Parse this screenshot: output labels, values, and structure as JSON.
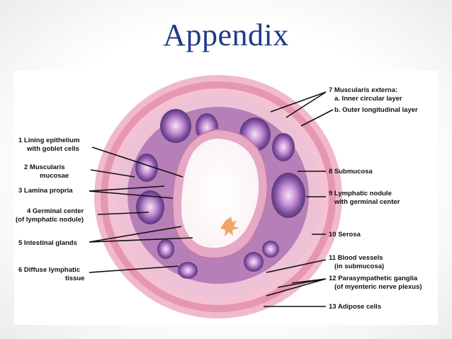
{
  "slide": {
    "title": "Appendix"
  },
  "labels": {
    "l1a": "1 Lining epithelium",
    "l1b": "with goblet cells",
    "l2a": "2 Muscularis",
    "l2b": "mucosae",
    "l3": "3 Lamina propria",
    "l4a": "4 Germinal center",
    "l4b": "(of lymphatic nodule)",
    "l5": "5 Intestinal glands",
    "l6a": "6 Diffuse lymphatic",
    "l6b": "tissue",
    "l7a": "7 Muscularis externa:",
    "l7b": "a. Inner circular layer",
    "l7c": "b. Outer longitudinal layer",
    "l8": "8 Submucosa",
    "l9a": "9 Lymphatic nodule",
    "l9b": "with germinal center",
    "l10": "10 Serosa",
    "l11a": "11 Blood vessels",
    "l11b": "(in submucosa)",
    "l12a": "12 Parasympathetic ganglia",
    "l12b": "(of myenteric nerve plexus)",
    "l13": "13 Adipose cells"
  }
}
